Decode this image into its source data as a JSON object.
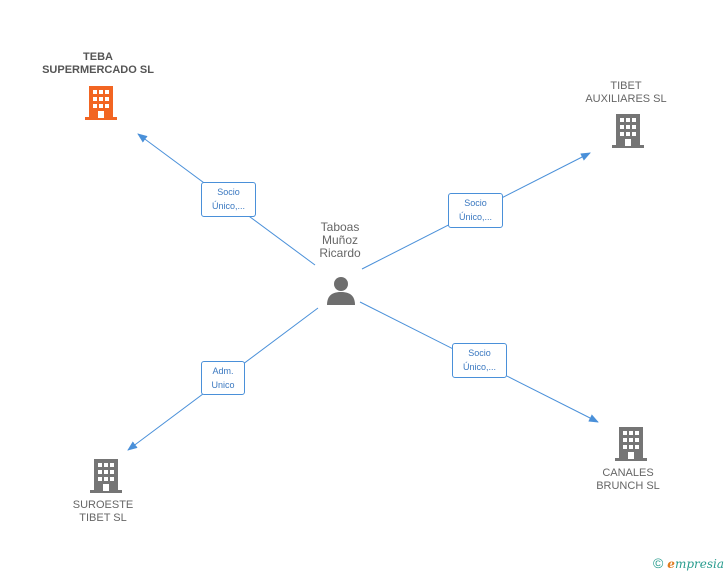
{
  "center": {
    "line1": "Taboas",
    "line2": "Muñoz",
    "line3": "Ricardo",
    "icon": "person-icon"
  },
  "nodes": {
    "teba": {
      "line1": "TEBA",
      "line2": "SUPERMERCADO SL",
      "color": "#f26522",
      "icon": "building-icon"
    },
    "tibet_aux": {
      "line1": "TIBET",
      "line2": "AUXILIARES SL",
      "color": "#757575",
      "icon": "building-icon"
    },
    "canales": {
      "line1": "CANALES",
      "line2": "BRUNCH SL",
      "color": "#757575",
      "icon": "building-icon"
    },
    "suroeste": {
      "line1": "SUROESTE",
      "line2": "TIBET SL",
      "color": "#757575",
      "icon": "building-icon"
    }
  },
  "roles": {
    "teba": {
      "line1": "Socio",
      "line2": "Único,..."
    },
    "tibet_aux": {
      "line1": "Socio",
      "line2": "Único,..."
    },
    "canales": {
      "line1": "Socio",
      "line2": "Único,..."
    },
    "suroeste": {
      "line1": "Adm.",
      "line2": "Unico"
    }
  },
  "colors": {
    "edge": "#4a90d9",
    "role_border": "#4a90d9",
    "role_text": "#3a78c0"
  },
  "brand": {
    "copyright": "©",
    "e": "e",
    "rest": "mpresia"
  }
}
